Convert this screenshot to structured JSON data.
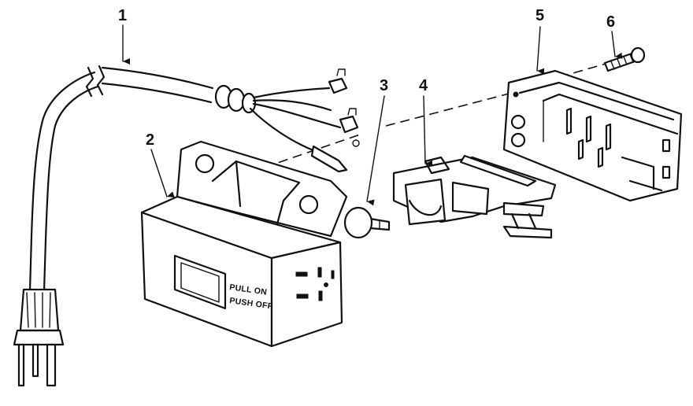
{
  "callouts": [
    "1",
    "2",
    "3",
    "4",
    "5",
    "6"
  ],
  "switch_panel": {
    "line1": "PULL ON",
    "line2": "PUSH OFF"
  }
}
